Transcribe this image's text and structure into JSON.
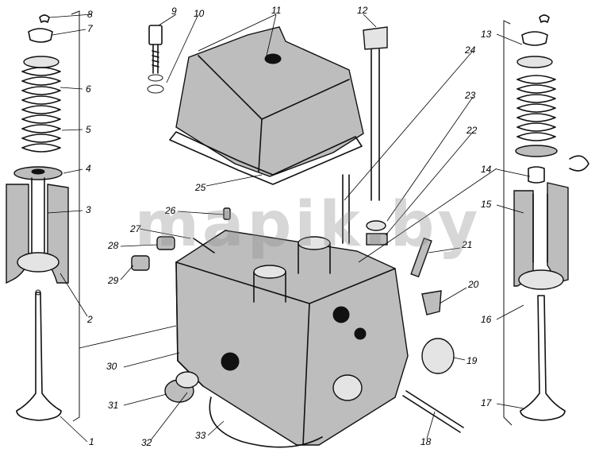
{
  "watermark": "mapik.by",
  "callouts": [
    "1",
    "2",
    "3",
    "4",
    "5",
    "6",
    "7",
    "8",
    "9",
    "10",
    "11",
    "12",
    "13",
    "14",
    "15",
    "16",
    "17",
    "18",
    "19",
    "20",
    "21",
    "22",
    "23",
    "24",
    "25",
    "26",
    "27",
    "28",
    "29",
    "30",
    "31",
    "32",
    "33"
  ]
}
